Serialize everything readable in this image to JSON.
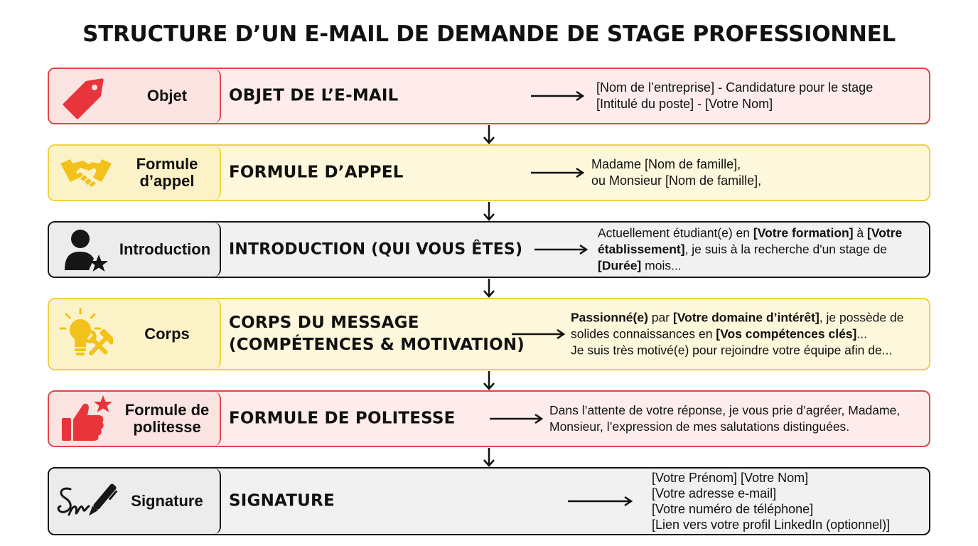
{
  "title": "STRUCTURE D’UN E-MAIL DE DEMANDE DE STAGE PROFESSIONNEL",
  "colors": {
    "red": "#e0474b",
    "yellow": "#efd146",
    "dark": "#161616",
    "icon_red": "#e8343b",
    "icon_yellow": "#f2c21a"
  },
  "rows": [
    {
      "label": "Objet",
      "icon": "price-tag-icon",
      "heading": "OBJET DE L’E-MAIL",
      "lines": [
        [
          {
            "t": "[Nom de l’entreprise] - Candidature pour le stage",
            "b": false
          }
        ],
        [
          {
            "t": "[Intitulé du poste] - [Votre Nom]",
            "b": false
          }
        ]
      ]
    },
    {
      "label": "Formule d’appel",
      "icon": "handshake-icon",
      "heading": "FORMULE D’APPEL",
      "lines": [
        [
          {
            "t": "Madame [Nom de famille],",
            "b": false
          }
        ],
        [
          {
            "t": "ou Monsieur [Nom de famille],",
            "b": false
          }
        ]
      ]
    },
    {
      "label": "Introduction",
      "icon": "person-star-icon",
      "heading": "INTRODUCTION (QUI VOUS ÊTES)",
      "lines": [
        [
          {
            "t": "Actuellement étudiant(e) en ",
            "b": false
          },
          {
            "t": "[Votre formation]",
            "b": true
          },
          {
            "t": " à ",
            "b": false
          },
          {
            "t": "[Votre",
            "b": true
          }
        ],
        [
          {
            "t": "établissement]",
            "b": true
          },
          {
            "t": ", je suis à la recherche d'un stage de",
            "b": false
          }
        ],
        [
          {
            "t": "[Durée]",
            "b": true
          },
          {
            "t": " mois...",
            "b": false
          }
        ]
      ]
    },
    {
      "label": "Corps",
      "icon": "lightbulb-tools-icon",
      "heading_lines": [
        "CORPS DU MESSAGE",
        "(COMPÉTENCES & MOTIVATION)"
      ],
      "lines": [
        [
          {
            "t": "Passionné(e)",
            "b": true
          },
          {
            "t": " par ",
            "b": false
          },
          {
            "t": "[Votre domaine d’intérêt]",
            "b": true
          },
          {
            "t": ", je possède de",
            "b": false
          }
        ],
        [
          {
            "t": "solides connaissances en ",
            "b": false
          },
          {
            "t": "[Vos compétences clés]",
            "b": true
          },
          {
            "t": "...",
            "b": false
          }
        ],
        [
          {
            "t": "Je suis très motivé(e) pour rejoindre votre équipe afin de...",
            "b": false
          }
        ]
      ]
    },
    {
      "label": "Formule de politesse",
      "icon": "thumbs-up-star-icon",
      "heading": "FORMULE DE POLITESSE",
      "lines": [
        [
          {
            "t": "Dans l’attente de votre réponse, je vous prie d’agréer, Madame,",
            "b": false
          }
        ],
        [
          {
            "t": " Monsieur, l’expression de mes salutations distinguées.",
            "b": false
          }
        ]
      ]
    },
    {
      "label": "Signature",
      "icon": "signature-pen-icon",
      "heading": "SIGNATURE",
      "lines": [
        [
          {
            "t": "[Votre Prénom] [Votre Nom]",
            "b": false
          }
        ],
        [
          {
            "t": "[Votre adresse e-mail]",
            "b": false
          }
        ],
        [
          {
            "t": "[Votre numéro de téléphone]",
            "b": false
          }
        ],
        [
          {
            "t": "[Lien vers votre profil LinkedIn (optionnel)]",
            "b": false
          }
        ]
      ]
    }
  ]
}
